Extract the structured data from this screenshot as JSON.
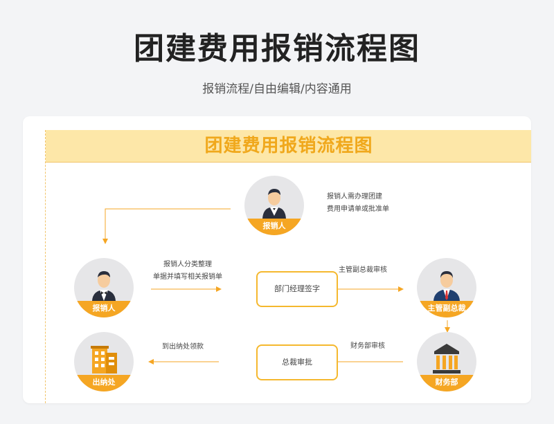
{
  "header": {
    "title": "团建费用报销流程图",
    "subtitle": "报销流程/自由编辑/内容通用"
  },
  "diagram": {
    "banner_title": "团建费用报销流程图",
    "nodes": {
      "top_person": {
        "label": "报销人",
        "icon": "businessman-icon"
      },
      "left_person": {
        "label": "报销人",
        "icon": "waiter-icon"
      },
      "vp": {
        "label": "主管副总裁",
        "icon": "executive-icon"
      },
      "cashier": {
        "label": "出纳处",
        "icon": "building-icon"
      },
      "finance": {
        "label": "财务部",
        "icon": "bank-icon"
      }
    },
    "steps": {
      "manager_sign": "部门经理签字",
      "president_approve": "总裁审批"
    },
    "notes": {
      "top_note_line1": "报销人需办理团建",
      "top_note_line2": "费用申请单或批准单",
      "sort_line1": "报销人分类整理",
      "sort_line2": "单据并填写相关报销单",
      "vp_review": "主管副总裁审核",
      "finance_review": "财务部审核",
      "collect": "到出纳处领款"
    },
    "colors": {
      "accent": "#f5a623",
      "banner_bg": "#fde7a8",
      "banner_text": "#f0a81c",
      "circle_bg": "#e6e6e8"
    }
  }
}
